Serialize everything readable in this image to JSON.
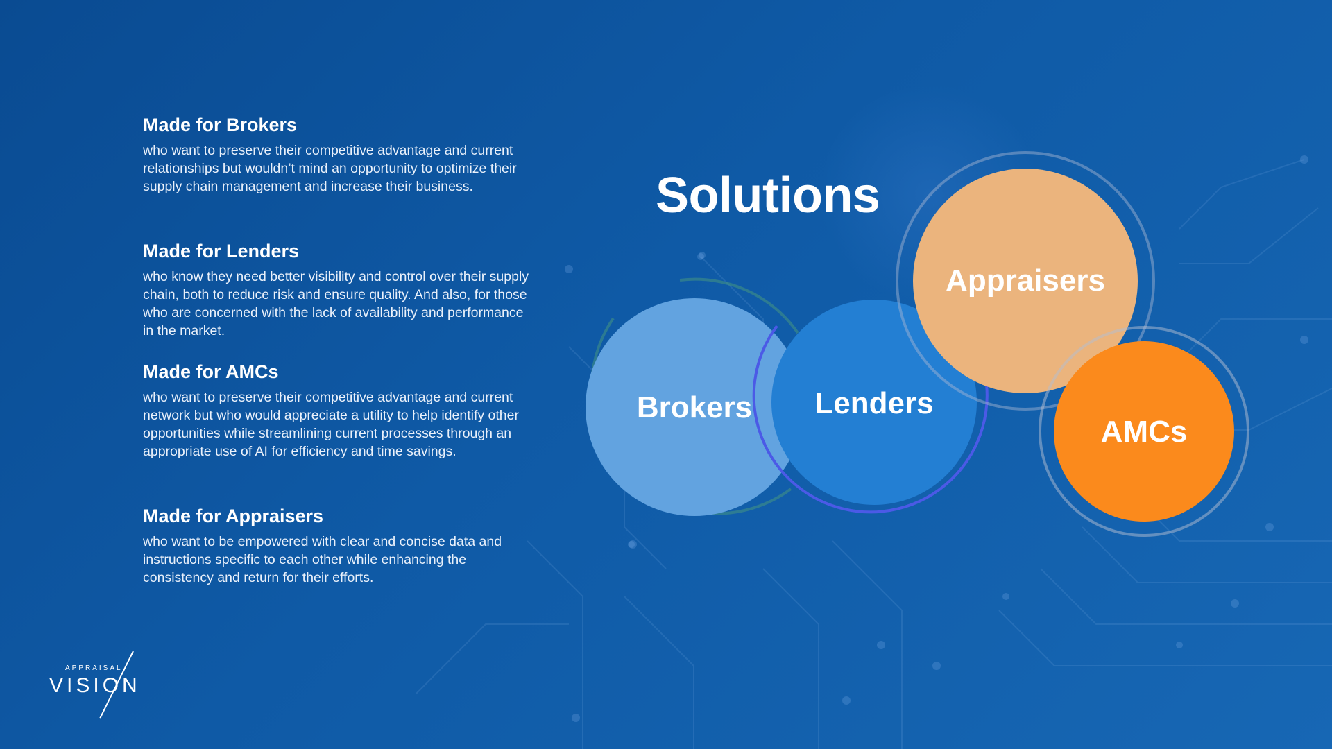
{
  "title": "Solutions",
  "sections": [
    {
      "heading": "Made for Brokers",
      "text": "who want to preserve their competitive advantage and current relationships but wouldn’t mind an opportunity to optimize their supply chain management and increase their business."
    },
    {
      "heading": "Made for Lenders",
      "text": "who know they need better visibility and control over their supply chain, both to reduce risk and ensure quality. And also, for those who are concerned with the lack of availability and performance in the market."
    },
    {
      "heading": "Made for AMCs",
      "text": "who want to preserve their competitive advantage and current network but who would appreciate a utility to help identify other opportunities while streamlining current processes through an appropriate use of AI for efficiency and time savings."
    },
    {
      "heading": "Made for Appraisers",
      "text": "who want to be empowered with clear and concise data and instructions specific to each other while enhancing the consistency and return for their efforts."
    }
  ],
  "circles": {
    "brokers": {
      "label": "Brokers",
      "color": "#62a3e0"
    },
    "lenders": {
      "label": "Lenders",
      "color": "#237fd3"
    },
    "appraisers": {
      "label": "Appraisers",
      "color": "#ebb47d"
    },
    "amcs": {
      "label": "AMCs",
      "color": "#fb8a1c"
    }
  },
  "logo": {
    "small": "APPRAISAL",
    "big": "VISION"
  },
  "colors": {
    "background": "#0f5aa6",
    "text": "#ffffff"
  }
}
